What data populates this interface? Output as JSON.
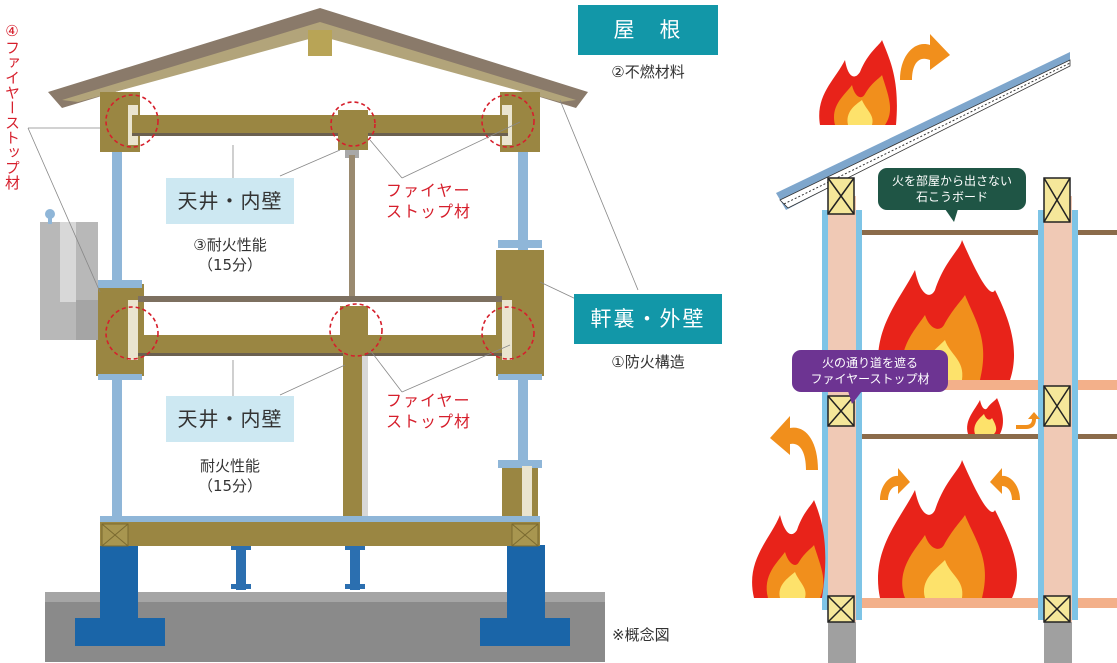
{
  "left_diagram": {
    "roof_label": "屋　根",
    "roof_spec": "②不燃材料",
    "eaves_label": "軒裏・外壁",
    "eaves_spec": "①防火構造",
    "ceiling_label_upper": "天井・内壁",
    "ceiling_spec_upper_1": "③耐火性能",
    "ceiling_spec_upper_2": "（15分）",
    "ceiling_label_lower": "天井・内壁",
    "ceiling_spec_lower_1": "耐火性能",
    "ceiling_spec_lower_2": "（15分）",
    "firestop_upper_1": "ファイヤー",
    "firestop_upper_2": "ストップ材",
    "firestop_lower_1": "ファイヤー",
    "firestop_lower_2": "ストップ材",
    "vertical_label_num": "④",
    "vertical_label": "ファイヤーストップ材",
    "concept_note": "※概念図"
  },
  "right_diagram": {
    "callout_board_1": "火を部屋から出さない",
    "callout_board_2": "石こうボード",
    "callout_firestop_1": "火の通り道を遮る",
    "callout_firestop_2": "ファイヤーストップ材"
  },
  "colors": {
    "teal": "#1297a8",
    "light_blue": "#cde8f2",
    "red": "#d61f2c",
    "timber": "#9a8642",
    "foundation": "#1a65a8",
    "callout_green": "#1f5545",
    "callout_purple": "#6d3492",
    "fire_red": "#e8231a",
    "fire_orange": "#f18f1c"
  }
}
